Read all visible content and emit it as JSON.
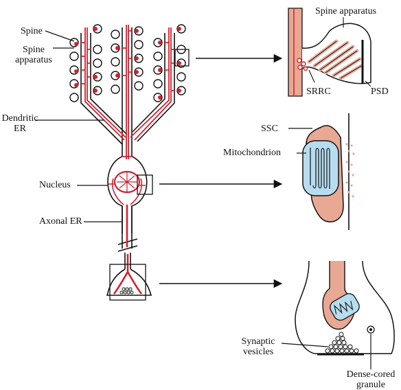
{
  "labels": {
    "spine": "Spine",
    "spine_apparatus_left_1": "Spine",
    "spine_apparatus_left_2": "apparatus",
    "dendritic_er_1": "Dendritic",
    "dendritic_er_2": "ER",
    "nucleus": "Nucleus",
    "axonal_er": "Axonal ER",
    "spine_apparatus_right": "Spine apparatus",
    "srrc": "SRRC",
    "psd": "PSD",
    "ssc": "SSC",
    "mitochondrion": "Mitochondrion",
    "synaptic_vesicles_1": "Synaptic",
    "synaptic_vesicles_2": "vesicles",
    "dense_cored_1": "Dense-cored",
    "dense_cored_2": "granule"
  },
  "colors": {
    "er_red": "#d3202e",
    "membrane_pink": "#e8a894",
    "mito_blue": "#b7dcef",
    "line": "#111111"
  }
}
